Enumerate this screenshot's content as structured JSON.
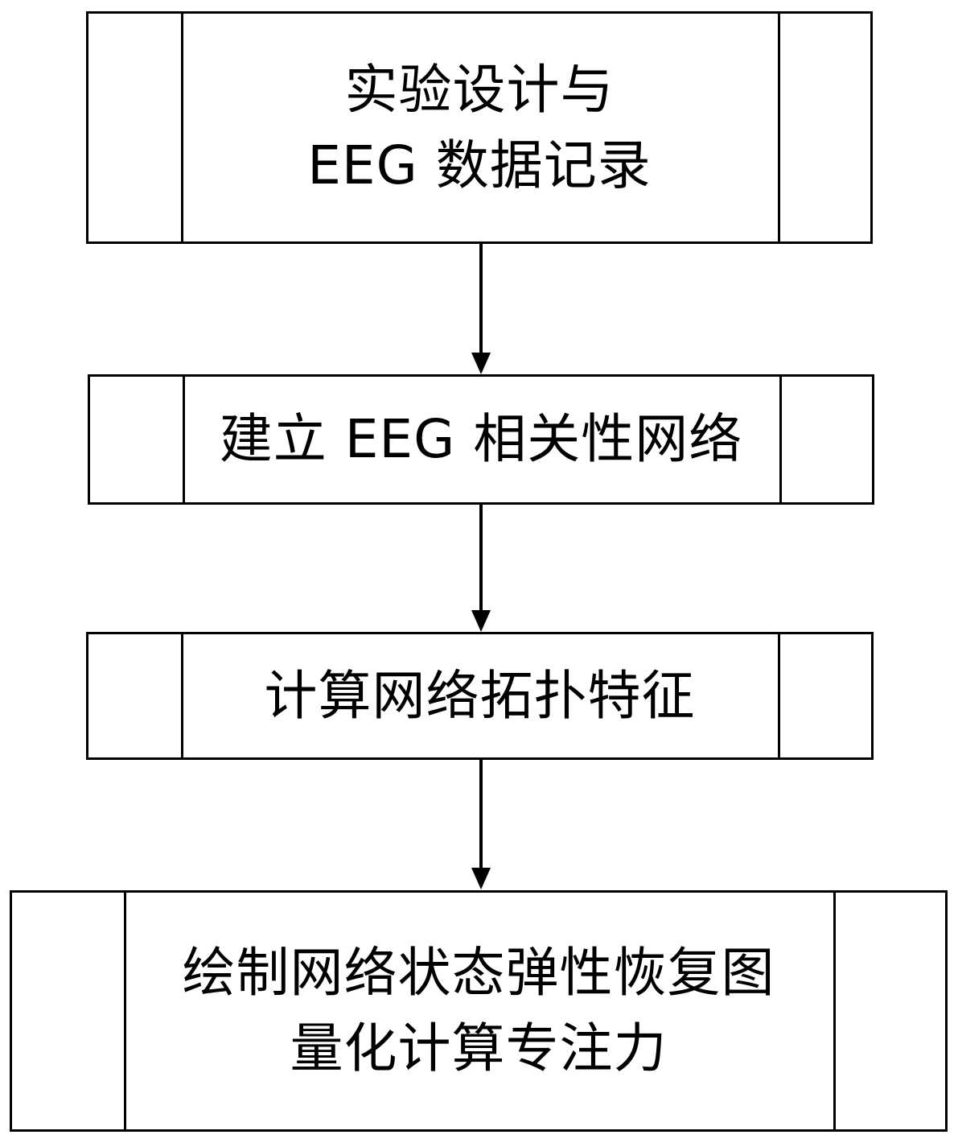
{
  "steps": [
    {
      "lines": [
        "实验设计与",
        "EEG 数据记录"
      ]
    },
    {
      "lines": [
        "建立 EEG 相关性网络"
      ]
    },
    {
      "lines": [
        "计算网络拓扑特征"
      ]
    },
    {
      "lines": [
        "绘制网络状态弹性恢复图",
        "量化计算专注力"
      ]
    }
  ],
  "line_color": "#000000"
}
